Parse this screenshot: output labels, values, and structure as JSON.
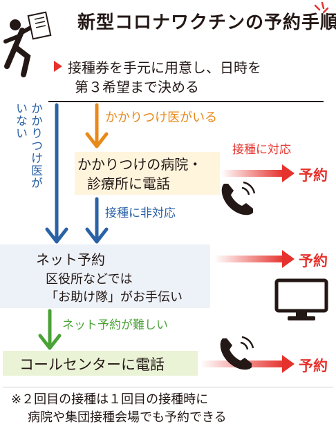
{
  "title": "新型コロナワクチンの予約手順",
  "step1": {
    "line1": "接種券を手元に用意し、日時を",
    "line2": "第３希望まで決める"
  },
  "no_doctor": {
    "line1": "かかりつけ医が",
    "line2": "いない"
  },
  "has_doctor_label": "かかりつけ医がいる",
  "clinic_box": {
    "line1": "かかりつけの病院・",
    "line2": "診療所に電話"
  },
  "supported_label": "接種に対応",
  "unsupported_label": "接種に非対応",
  "net_box": {
    "title": "ネット予約",
    "line1": "区役所などでは",
    "line2": "「お助け隊」がお手伝い"
  },
  "net_difficult_label": "ネット予約が難しい",
  "call_center": "コールセンターに電話",
  "reserve_label": "予約",
  "note": {
    "line1": "※２回目の接種は１回目の接種時に",
    "line2": "病院や集団接種会場でも予約できる"
  },
  "colors": {
    "red": "#e5322d",
    "orange": "#e8891a",
    "blue": "#2b62a6",
    "green": "#4ba237"
  }
}
